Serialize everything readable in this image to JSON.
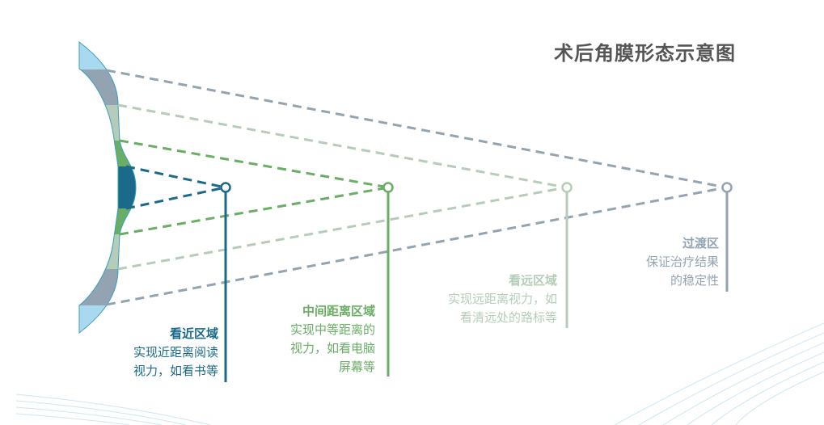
{
  "title": "术后角膜形态示意图",
  "colors": {
    "near": "#1b6a8a",
    "mid": "#6aad64",
    "far": "#b5cdb8",
    "transition": "#93a3b1",
    "edge": "#a9d9ef"
  },
  "zones": [
    {
      "name": "看近区域",
      "lines": [
        "实现近距离阅读",
        "视力，如看书等"
      ]
    },
    {
      "name": "中间距离区域",
      "lines": [
        "实现中等距离的",
        "视力，如看电脑",
        "屏幕等"
      ]
    },
    {
      "name": "看远区域",
      "lines": [
        "实现远距离视力，如",
        "看清远处的路标等"
      ]
    },
    {
      "name": "过渡区",
      "lines": [
        "保证治疗结果",
        "的稳定性"
      ]
    }
  ]
}
